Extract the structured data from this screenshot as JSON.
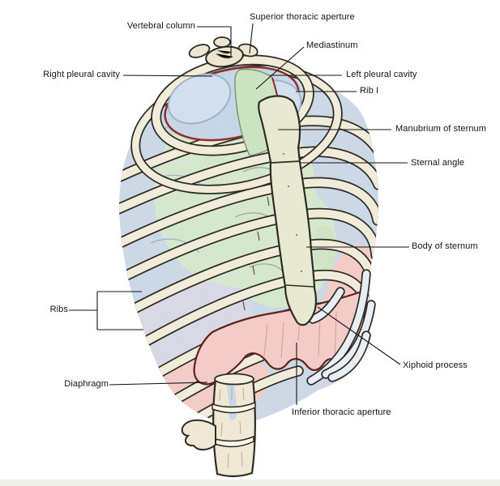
{
  "figure": {
    "subject": "Thoracic cage with pleural cavities, sternum and diaphragm"
  },
  "labels": [
    {
      "id": "vertebral-column",
      "text": "Vertebral column"
    },
    {
      "id": "superior-thoracic-aperture",
      "text": "Superior thoracic aperture"
    },
    {
      "id": "mediastinum",
      "text": "Mediastinum"
    },
    {
      "id": "right-pleural-cavity",
      "text": "Right pleural cavity"
    },
    {
      "id": "left-pleural-cavity",
      "text": "Left pleural cavity"
    },
    {
      "id": "rib-i",
      "text": "Rib I"
    },
    {
      "id": "manubrium-of-sternum",
      "text": "Manubrium of sternum"
    },
    {
      "id": "sternal-angle",
      "text": "Sternal angle"
    },
    {
      "id": "body-of-sternum",
      "text": "Body of sternum"
    },
    {
      "id": "ribs",
      "text": "Ribs"
    },
    {
      "id": "xiphoid-process",
      "text": "Xiphoid process"
    },
    {
      "id": "diaphragm",
      "text": "Diaphragm"
    },
    {
      "id": "inferior-thoracic-aperture",
      "text": "Inferior thoracic aperture"
    }
  ],
  "colors": {
    "background": "#ffffff",
    "bone_cream": "#f1ebda",
    "outline_dark": "#2e2c25",
    "cavity_blue": "#ccd8e5",
    "lung_green": "#d5e7cc",
    "mediastinum_green": "#cbe3c1",
    "diaphragm_pink": "#f3ccc7",
    "pleura_red": "#8e2e26",
    "diaphragm_edge_red": "#5f211b",
    "sternum_tint": "#e7ead0",
    "lavender_tint": "#d9d9e6",
    "label_text": "#141414"
  }
}
